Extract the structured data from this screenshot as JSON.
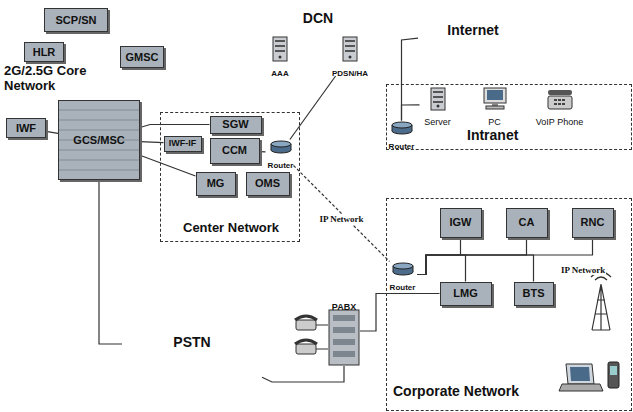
{
  "diagram": {
    "nodes": [
      {
        "text": [
          "2G/2.5G Core Network"
        ]
      },
      {
        "text": [
          "SCP/SN"
        ],
        "in": 0
      },
      {
        "text": [
          "HLR"
        ],
        "in": 0
      },
      {
        "text": [
          "GMSC"
        ],
        "in": 0
      },
      {
        "text": [
          "IWF"
        ],
        "in": 0
      },
      {
        "text": [
          "GCS/MSC"
        ],
        "in": 0
      },
      {
        "text": [
          "DCN"
        ]
      },
      {
        "text": [
          "AAA"
        ],
        "in": 6
      },
      {
        "text": [
          "PDSN/HA"
        ],
        "in": 6
      },
      {
        "text": [
          "Internet"
        ]
      },
      {
        "text": [
          "Center Network"
        ]
      },
      {
        "text": [
          "SGW"
        ],
        "in": 10
      },
      {
        "text": [
          "IWF-IF"
        ],
        "in": 10
      },
      {
        "text": [
          "CCM"
        ],
        "in": 10
      },
      {
        "text": [
          "MG"
        ],
        "in": 10
      },
      {
        "text": [
          "OMS"
        ],
        "in": 10
      },
      {
        "text": [
          "Router"
        ],
        "in": 10
      },
      {
        "text": [
          "Intranet"
        ]
      },
      {
        "text": [
          "Server"
        ],
        "in": 17
      },
      {
        "text": [
          "PC"
        ],
        "in": 17
      },
      {
        "text": [
          "VoIP Phone"
        ],
        "in": 17
      },
      {
        "text": [
          "Router"
        ],
        "in": 17
      },
      {
        "text": [
          "Corporate Network"
        ]
      },
      {
        "text": [
          "IGW"
        ],
        "in": 22
      },
      {
        "text": [
          "CA"
        ],
        "in": 22
      },
      {
        "text": [
          "RNC"
        ],
        "in": 22
      },
      {
        "text": [
          "Router"
        ],
        "in": 22
      },
      {
        "text": [
          "LMG"
        ],
        "in": 22
      },
      {
        "text": [
          "BTS"
        ],
        "in": 22
      },
      {
        "text": [
          "PABX"
        ]
      },
      {
        "text": [
          "PSTN"
        ]
      }
    ],
    "edges": [
      {
        "from": 5,
        "to": 11,
        "arrow": "none"
      },
      {
        "from": 5,
        "to": 12,
        "arrow": "none"
      },
      {
        "from": 5,
        "to": 14,
        "arrow": "none"
      },
      {
        "from": 5,
        "to": 30,
        "arrow": "none"
      },
      {
        "from": 4,
        "to": 5,
        "arrow": "none"
      },
      {
        "from": 13,
        "to": 16,
        "arrow": "none"
      },
      {
        "from": 16,
        "to": 8,
        "arrow": "none"
      },
      {
        "from": 16,
        "to": 26,
        "label": "IP Network",
        "arrow": "none"
      },
      {
        "from": 9,
        "to": 21,
        "arrow": "none"
      },
      {
        "from": 21,
        "to": 18,
        "arrow": "none"
      },
      {
        "from": 26,
        "to": 23,
        "arrow": "none"
      },
      {
        "from": 26,
        "to": 24,
        "arrow": "none"
      },
      {
        "from": 26,
        "to": 25,
        "arrow": "none"
      },
      {
        "from": 26,
        "to": 27,
        "arrow": "none"
      },
      {
        "from": 26,
        "to": 28,
        "arrow": "none"
      },
      {
        "from": 27,
        "to": 29,
        "arrow": "none"
      },
      {
        "from": 29,
        "to": 30,
        "arrow": "none"
      }
    ],
    "labels": [
      "IP Network"
    ]
  }
}
